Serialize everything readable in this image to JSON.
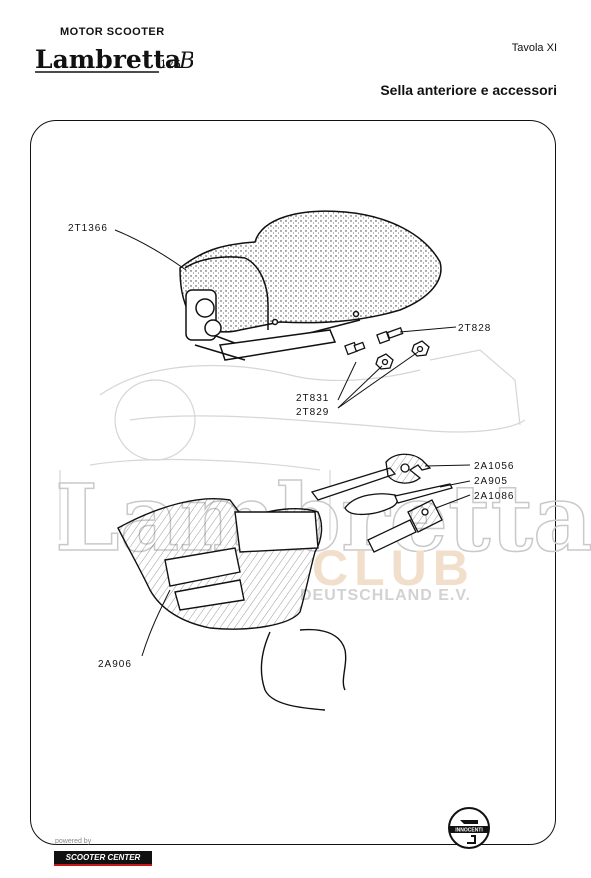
{
  "header": {
    "subtitle": "MOTOR SCOOTER",
    "brand": "Lambretta",
    "model_number": "125",
    "model_letter": "B",
    "plate": "Tavola XI",
    "title": "Sella anteriore e accessori"
  },
  "watermark": {
    "big_text": "Lambretta",
    "club_text": "CLUB",
    "country_text": "DEUTSCHLAND E.V."
  },
  "parts": [
    {
      "code": "2T1366"
    },
    {
      "code": "2T828"
    },
    {
      "code": "2T831"
    },
    {
      "code": "2T829"
    },
    {
      "code": "2A1056"
    },
    {
      "code": "2A905"
    },
    {
      "code": "2A1086"
    },
    {
      "code": "2A906"
    }
  ],
  "footer": {
    "powered_by": "powered by",
    "sponsor": "SCOOTER CENTER",
    "maker_logo": "INNOCENTI"
  }
}
